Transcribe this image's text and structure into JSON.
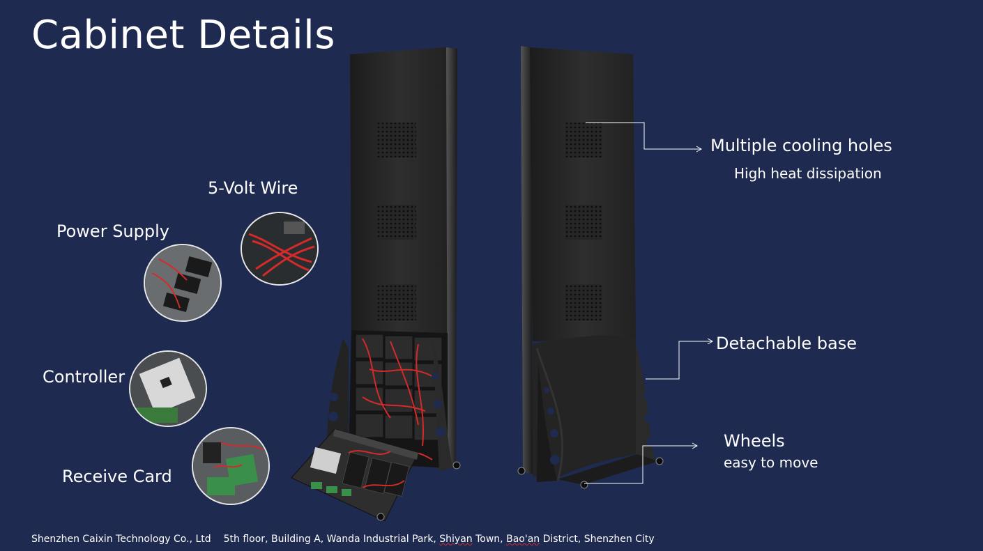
{
  "slide": {
    "title": "Cabinet Details"
  },
  "callouts": {
    "five_volt_wire": "5-Volt Wire",
    "power_supply": "Power Supply",
    "controller": "Controller",
    "receive_card": "Receive Card",
    "cooling_title": "Multiple cooling holes",
    "cooling_sub": "High heat dissipation",
    "base_title": "Detachable base",
    "wheels_title": "Wheels",
    "wheels_sub": "easy to move"
  },
  "footer": {
    "company": "Shenzhen Caixin Technology Co., Ltd",
    "address_a": "5th floor, Building A, Wanda Industrial Park, ",
    "address_shiyan": "Shiyan",
    "address_b": " Town, ",
    "address_baoan": "Bao'an",
    "address_c": " District, Shenzhen City"
  },
  "colors": {
    "background": "#1e2a4f",
    "text": "#ffffff",
    "cabinet": "#2b2b2b",
    "wire_red": "#d42a2a"
  }
}
